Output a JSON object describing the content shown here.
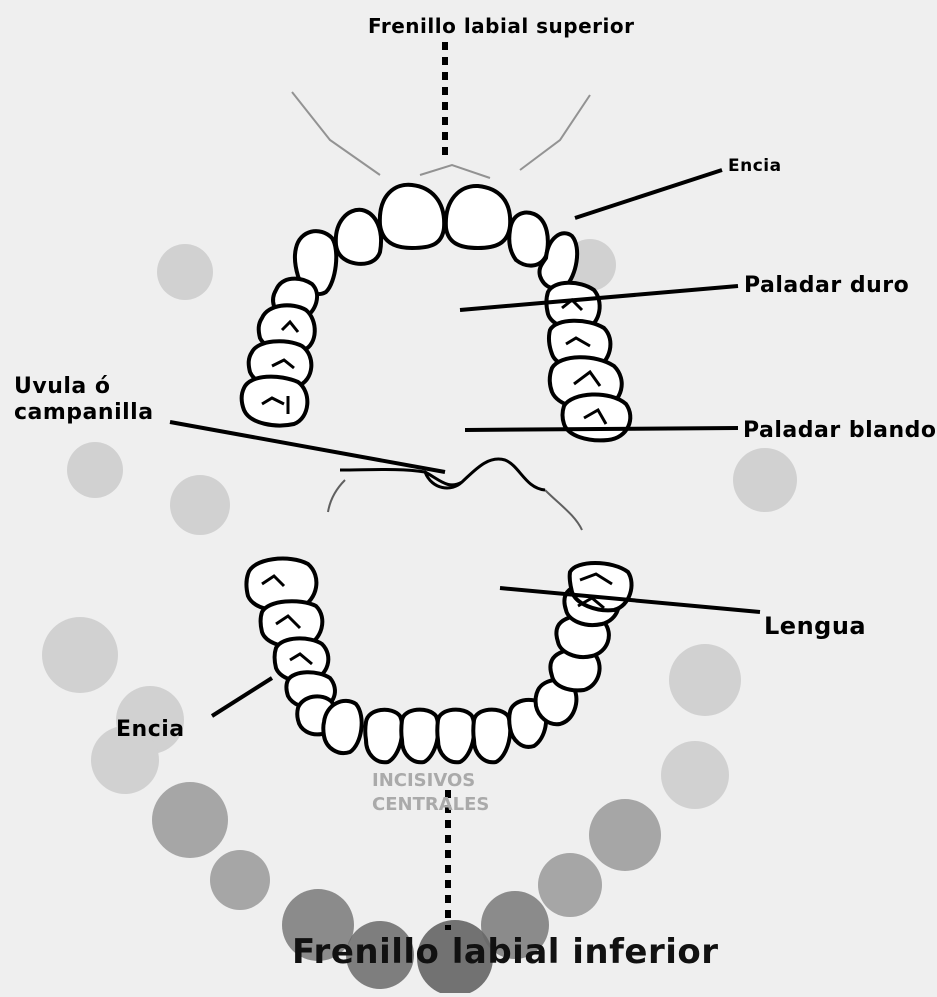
{
  "labels": {
    "frenillo_superior": "Frenillo labial superior",
    "encia_upper": "Encia",
    "paladar_duro": "Paladar duro",
    "uvula": "Uvula ó campanilla",
    "paladar_blando": "Paladar blando",
    "lengua": "Lengua",
    "encia_lower": "Encia",
    "frenillo_inferior": "Frenillo labial inferior"
  },
  "faint_text": [
    "INCISIVOS",
    "CENTRALES"
  ],
  "colors": {
    "background": "#efefef",
    "ink": "#000000",
    "spots": "#9a9a9a"
  }
}
